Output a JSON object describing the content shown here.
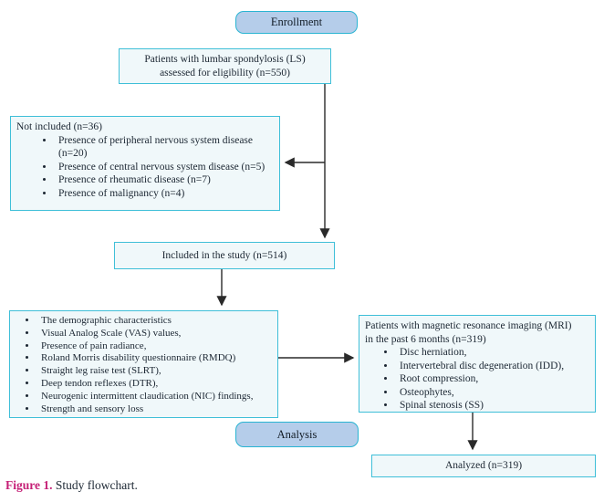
{
  "colors": {
    "text": "#1c2733",
    "box_fill": "#f0f8fa",
    "box_border": "#3fbfd8",
    "label_fill": "#b5cdea",
    "label_border": "#29b4d2",
    "arrow": "#2a2a2a",
    "caption_label": "#c51f76",
    "page_bg": "#ffffff"
  },
  "nodes": {
    "enrollment": {
      "label": "Enrollment"
    },
    "eligibility": {
      "line1": "Patients with lumbar spondylosis (LS)",
      "line2": "assessed for eligibility (n=550)"
    },
    "not_included": {
      "title": "Not included (n=36)",
      "items": [
        "Presence of peripheral nervous system disease (n=20)",
        "Presence of central nervous system disease (n=5)",
        "Presence of rheumatic disease (n=7)",
        "Presence of malignancy (n=4)"
      ]
    },
    "included": {
      "label": "Included in the study (n=514)"
    },
    "assessments": {
      "items": [
        "The demographic characteristics",
        "Visual Analog Scale (VAS) values,",
        "Presence of pain radiance,",
        "Roland Morris disability questionnaire (RMDQ)",
        "Straight leg raise test (SLRT),",
        "Deep tendon reflexes (DTR),",
        "Neurogenic intermittent claudication (NIC) findings,",
        "Strength and sensory loss"
      ]
    },
    "mri": {
      "title_line1": "Patients with magnetic resonance imaging (MRI)",
      "title_line2": "in the past 6 months (n=319)",
      "items": [
        "Disc herniation,",
        "Intervertebral disc degeneration (IDD),",
        "Root compression,",
        "Osteophytes,",
        "Spinal stenosis (SS)"
      ]
    },
    "analysis": {
      "label": "Analysis"
    },
    "analyzed": {
      "label": "Analyzed (n=319)"
    }
  },
  "caption": {
    "label": "Figure 1.",
    "text": " Study flowchart."
  }
}
